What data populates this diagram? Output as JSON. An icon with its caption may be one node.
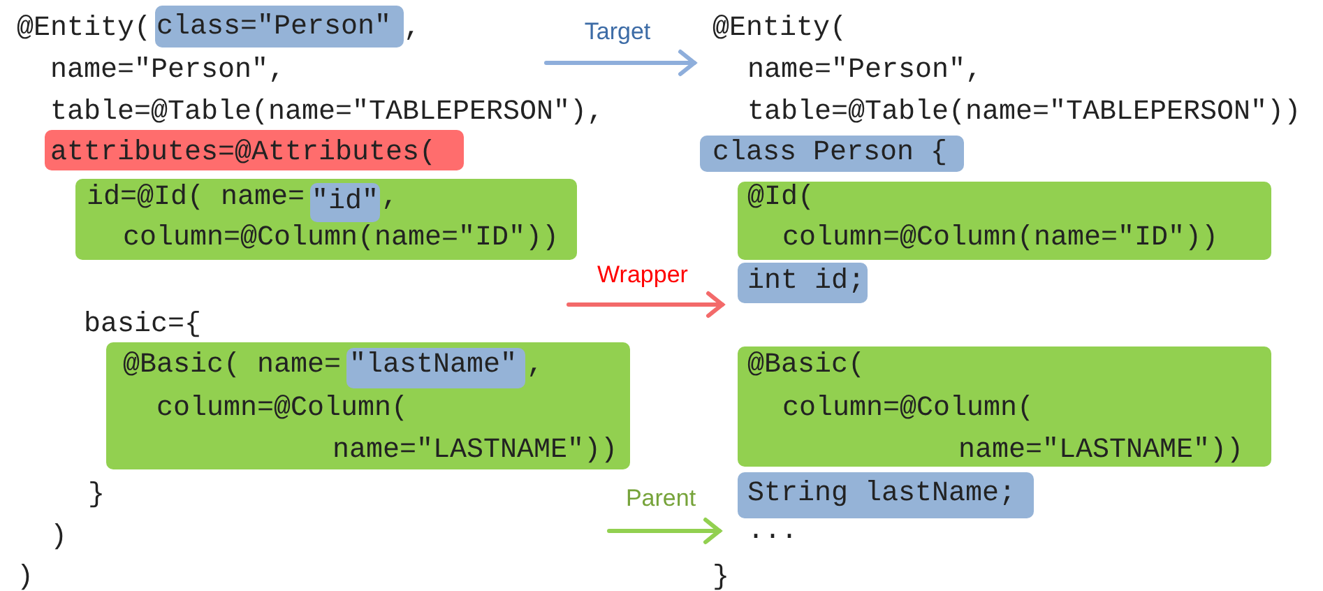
{
  "diagram": {
    "nodes": [
      {
        "text": [
          "class=\"Person\""
        ]
      },
      {
        "text": [
          "attributes=@Attributes("
        ]
      },
      {
        "text": [
          "id=@Id( name=",
          ",",
          "column=@Column(name=\"ID\"))"
        ]
      },
      {
        "text": [
          "\"id\""
        ],
        "in": 2
      },
      {
        "text": [
          "@Basic( name=",
          ",",
          "column=@Column(",
          "name=\"LASTNAME\"))"
        ]
      },
      {
        "text": [
          "\"lastName\""
        ],
        "in": 4
      },
      {
        "text": [
          "class Person {"
        ]
      },
      {
        "text": [
          "@Id(",
          "column=@Column(name=\"ID\"))"
        ]
      },
      {
        "text": [
          "int id;"
        ]
      },
      {
        "text": [
          "@Basic(",
          "column=@Column(",
          "name=\"LASTNAME\"))"
        ]
      },
      {
        "text": [
          "String lastName;"
        ]
      }
    ],
    "labels": [
      "@Entity(",
      ",",
      "Target",
      "@Entity(",
      "name=\"Person\",",
      "name=\"Person\",",
      "table=@Table(name=\"TABLEPERSON\"),",
      "table=@Table(name=\"TABLEPERSON\"))",
      "Wrapper",
      "basic={",
      "}",
      "Parent",
      ")",
      "...",
      ")",
      "}"
    ]
  }
}
